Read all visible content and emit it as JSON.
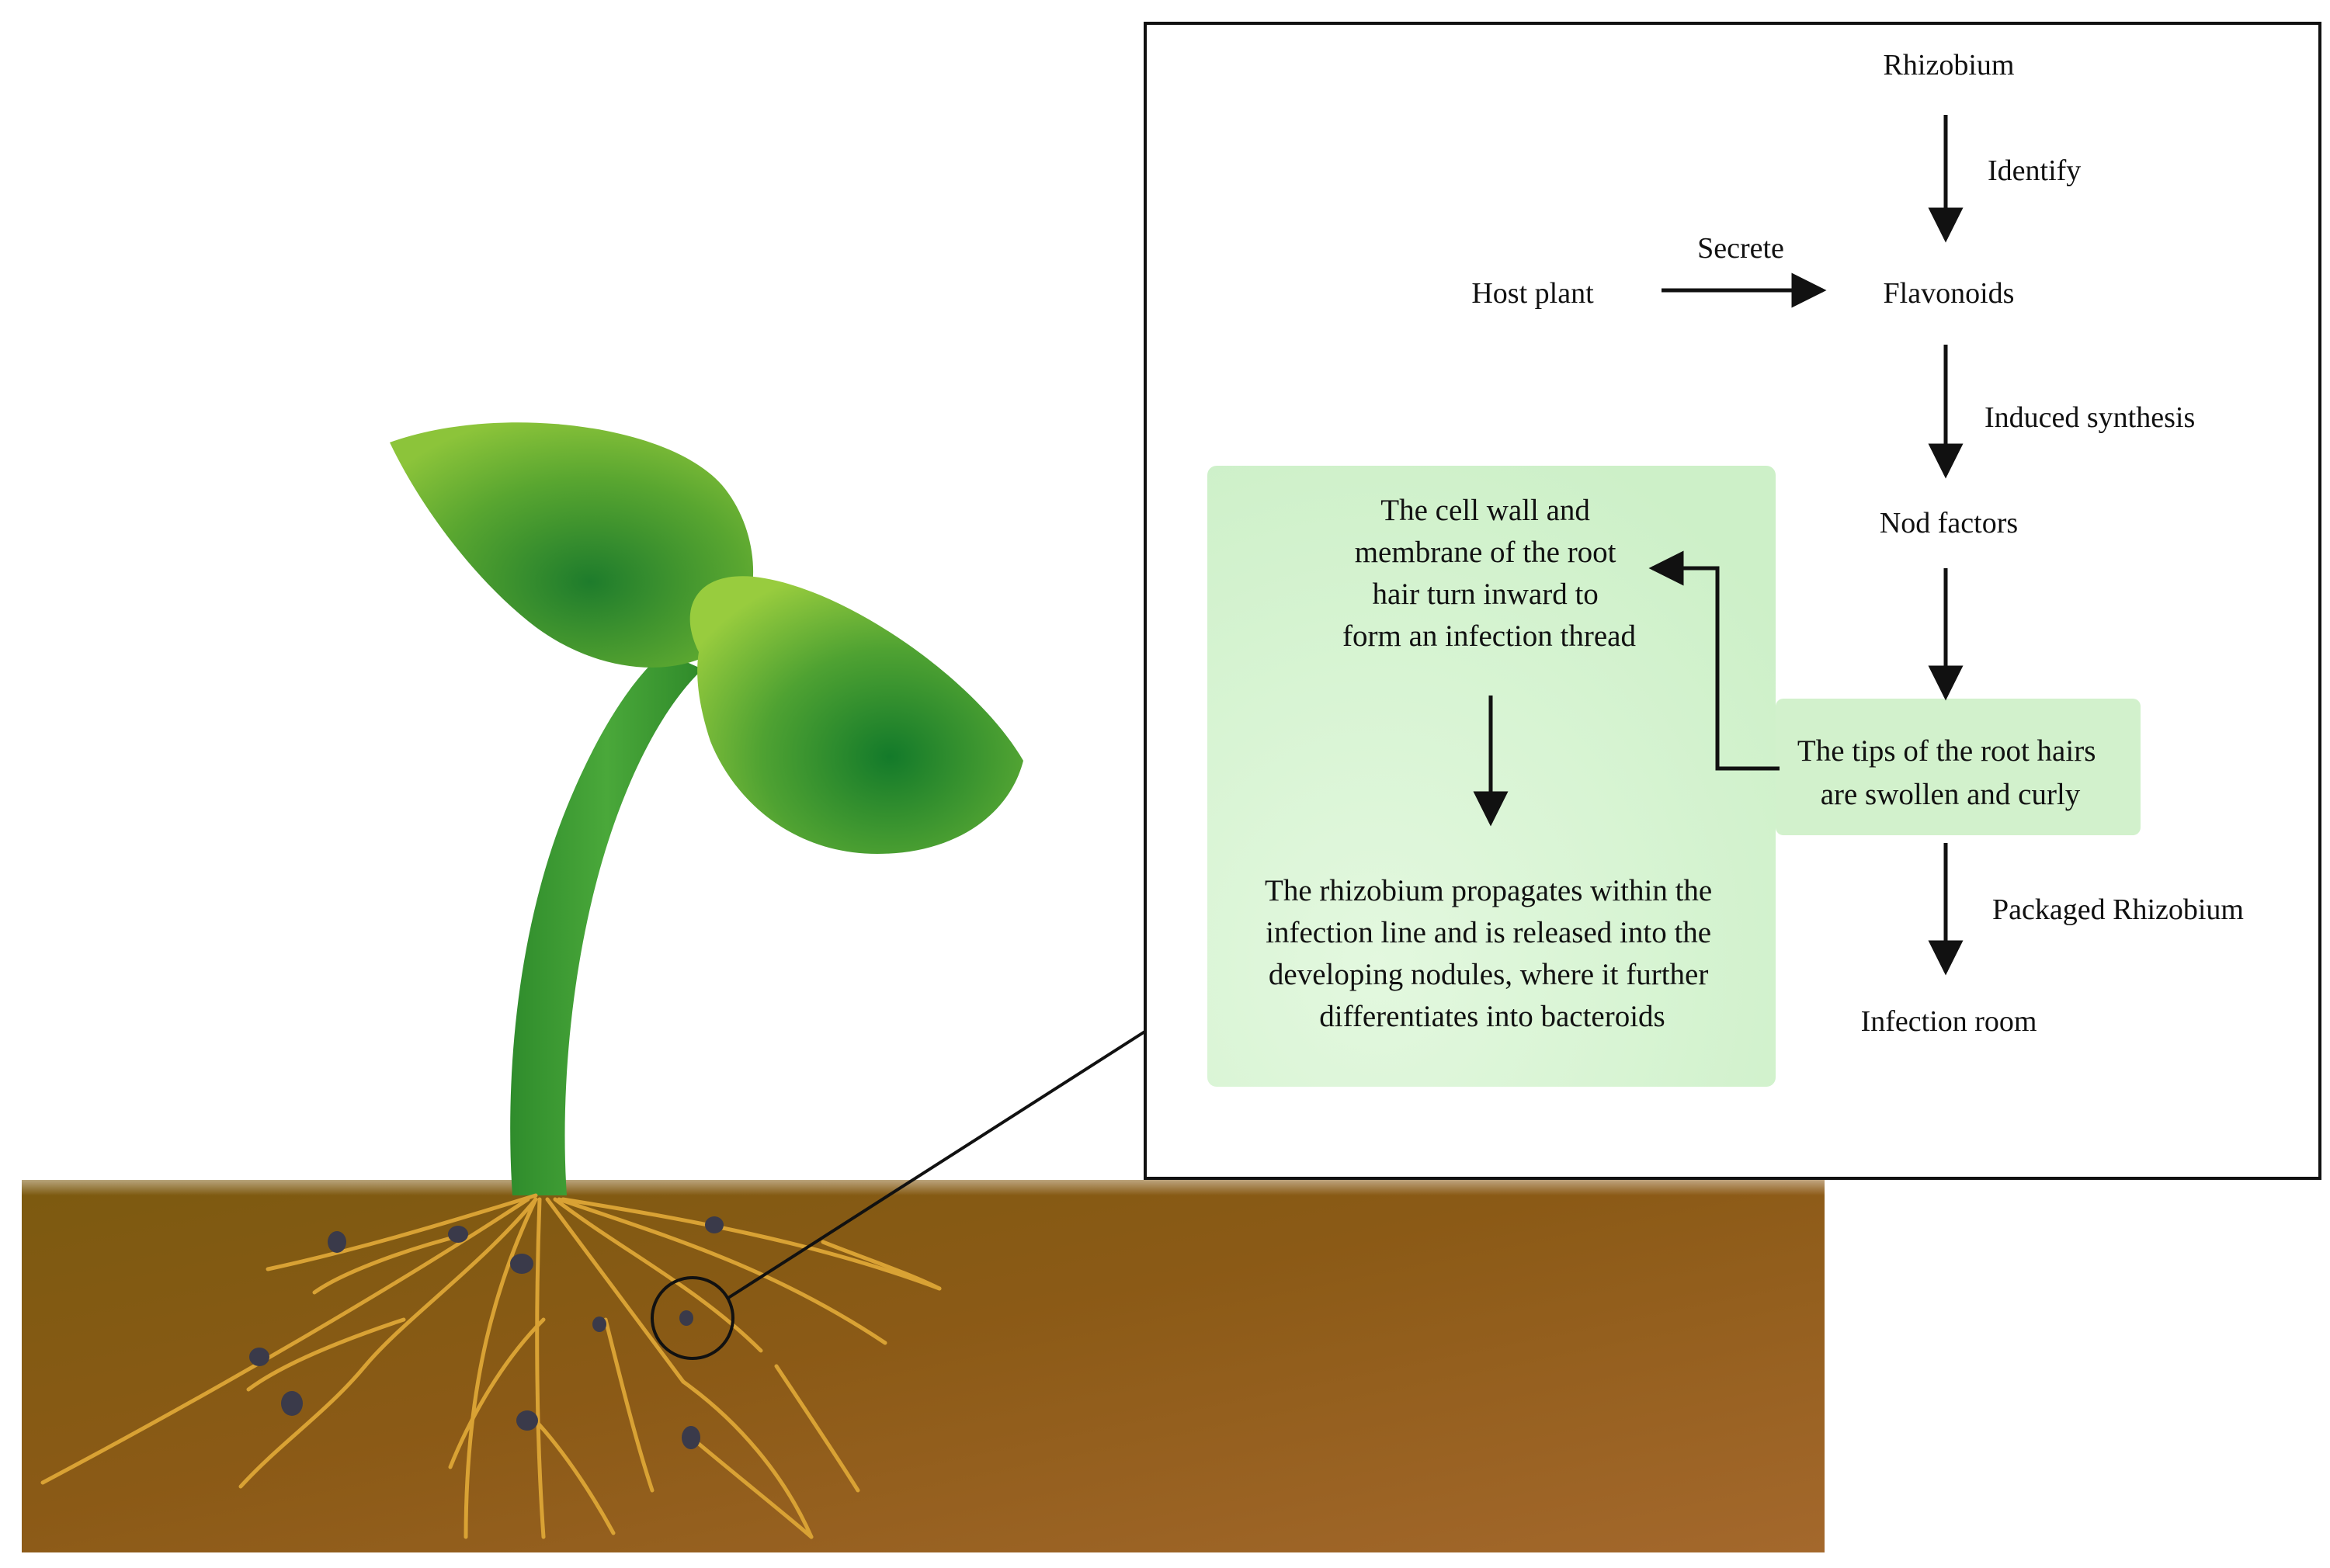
{
  "flow": {
    "rhizobium": "Rhizobium",
    "identify": "Identify",
    "host_plant": "Host plant",
    "secrete": "Secrete",
    "flavonoids": "Flavonoids",
    "induced_synthesis": "Induced synthesis",
    "nod_factors": "Nod factors",
    "root_hair_tips": [
      "The tips of the root hairs",
      "are swollen and curly"
    ],
    "infection_thread": [
      "The cell wall and",
      "membrane of the root",
      "hair turn inward to",
      "form an infection thread"
    ],
    "bacteroids": [
      "The rhizobium propagates within the",
      "infection line and is released into the",
      "developing nodules, where it further",
      "differentiates into bacteroids"
    ],
    "packaged_rhizobium": "Packaged Rhizobium",
    "infection_room": "Infection room"
  },
  "colors": {
    "soil": "#8a5a14",
    "root": "#d9a234",
    "nodule": "#3a3a4a",
    "leaf": "#3f9a2e",
    "stem": "#3c9a34",
    "box_fill": "#d4f3cf"
  }
}
